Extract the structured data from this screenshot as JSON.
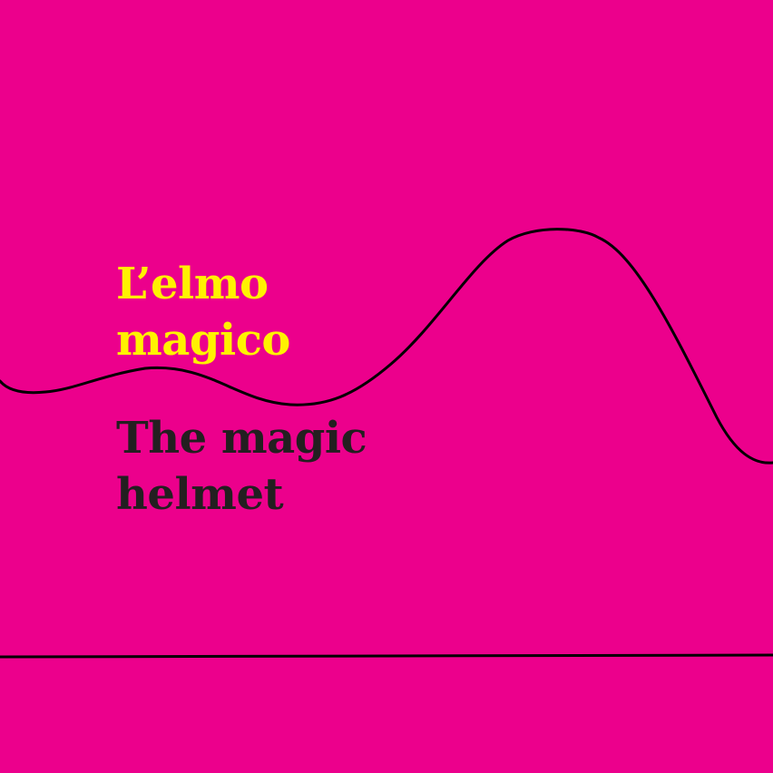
{
  "colors": {
    "background": "#EC008C",
    "italian_text": "#FFF200",
    "english_text": "#231F20",
    "line": "#000000"
  },
  "title": {
    "italian": [
      "L’elmo",
      "magico"
    ],
    "english": [
      "The magic",
      "helmet"
    ]
  }
}
